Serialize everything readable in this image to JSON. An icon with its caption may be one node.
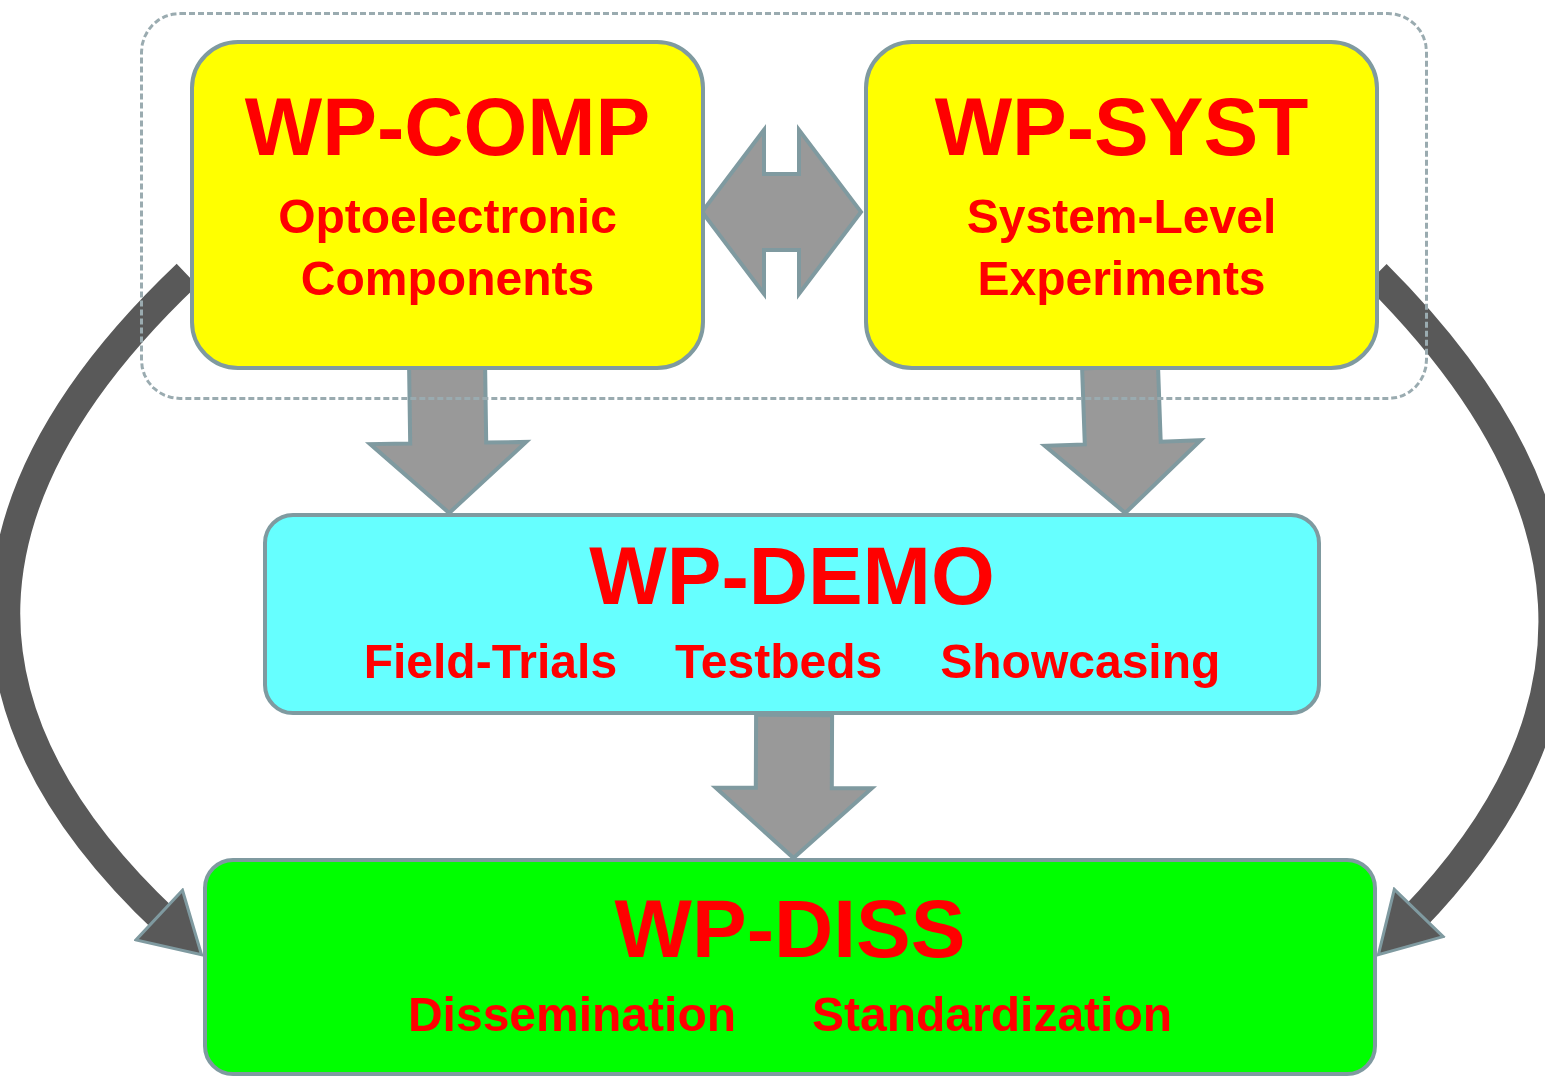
{
  "diagram": {
    "nodes": [
      {
        "text": [],
        "shape": "box"
      },
      {
        "text": [
          "WP-COMP",
          "Optoelectronic Components"
        ],
        "in": 0
      },
      {
        "text": [
          "WP-SYST",
          "System-Level Experiments"
        ],
        "in": 0
      },
      {
        "text": [
          "WP-DEMO",
          "Field-Trials",
          "Testbeds",
          "Showcasing"
        ]
      },
      {
        "text": [
          "WP-DISS",
          "Dissemination",
          "Standardization"
        ]
      }
    ],
    "edges": [
      {
        "from": 1,
        "to": 2,
        "arrow": "both"
      },
      {
        "from": 1,
        "to": 3,
        "arrow": "to"
      },
      {
        "from": 2,
        "to": 3,
        "arrow": "to"
      },
      {
        "from": 3,
        "to": 4,
        "arrow": "to"
      },
      {
        "from": 1,
        "to": 4,
        "arrow": "to",
        "color": "#595959"
      },
      {
        "from": 2,
        "to": 4,
        "arrow": "to",
        "color": "#595959"
      }
    ]
  }
}
